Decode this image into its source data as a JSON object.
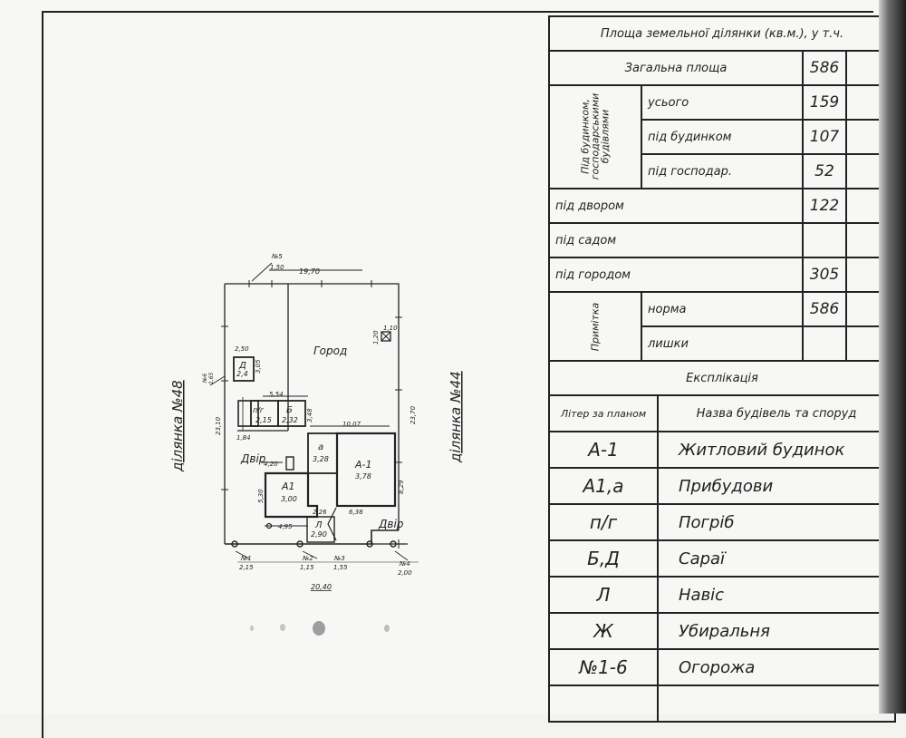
{
  "plan": {
    "neighbor_left": "ділянка №48",
    "neighbor_right": "ділянка №44",
    "garden_label": "Город",
    "yard_label": "Двір",
    "yard_label_2": "Двір",
    "building_d": "Д",
    "building_d_area": "2,4",
    "building_pg": "п/г",
    "building_pg_area": "2,15",
    "building_b": "Б",
    "building_b_area": "2,32",
    "building_a": "а",
    "building_a_area": "3,28",
    "building_a1": "А1",
    "building_a1_area": "3,00",
    "building_am1": "А-1",
    "building_am1_area": "3,78",
    "building_l": "Л",
    "building_l_area": "2,90",
    "building_x_area": "1,10",
    "dim_top": "19,70",
    "dim_left_side": "23,10",
    "dim_right_side": "23,70",
    "dim_bottom": "20,40",
    "dim_1_20": "1,20",
    "dim_2_50": "2,50",
    "dim_3_05": "3,05",
    "dim_5_54": "5,54",
    "dim_3_48": "3,48",
    "dim_1_84": "1,84",
    "dim_10_07": "10,07",
    "dim_4_20": "4,20",
    "dim_5_30": "5,30",
    "dim_8_29": "8,29",
    "dim_2_26": "2,26",
    "dim_6_38": "6,38",
    "dim_4_95": "4,95",
    "fence_n5": "№5",
    "fence_n5_len": "1,50",
    "fence_n6": "№6",
    "fence_n6_len": "1,65",
    "fence_n1": "№1",
    "fence_n1_len": "2,15",
    "fence_n2": "№2",
    "fence_n2_len": "1,15",
    "fence_n3": "№3",
    "fence_n3_len": "1,55",
    "fence_n4": "№4",
    "fence_n4_len": "2,00"
  },
  "area_table": {
    "title": "Площа земельної ділянки (кв.м.), у т.ч.",
    "total_label": "Загальна площа",
    "total_value": "586",
    "group_label": "Під будинком, господарськими будівлями",
    "all_label": "усього",
    "all_value": "159",
    "house_label": "під будинком",
    "house_value": "107",
    "outbuild_label": "під господар.",
    "outbuild_value": "52",
    "yard_label": "під двором",
    "yard_value": "122",
    "orchard_label": "під садом",
    "orchard_value": "",
    "garden_label": "під городом",
    "garden_value": "305",
    "note_label": "Примітка",
    "norm_label": "норма",
    "norm_value": "586",
    "excess_label": "лишки",
    "excess_value": ""
  },
  "explication": {
    "title": "Експлікація",
    "col_letter": "Літер за планом",
    "col_name": "Назва будівель та споруд",
    "rows": [
      {
        "code": "А-1",
        "name": "Житловий будинок"
      },
      {
        "code": "А1,а",
        "name": "Прибудови"
      },
      {
        "code": "п/г",
        "name": "Погріб"
      },
      {
        "code": "Б,Д",
        "name": "Сараї"
      },
      {
        "code": "Л",
        "name": "Навіс"
      },
      {
        "code": "Ж",
        "name": "Убиральня"
      },
      {
        "code": "№1-6",
        "name": "Огорожа"
      },
      {
        "code": "",
        "name": ""
      }
    ]
  }
}
